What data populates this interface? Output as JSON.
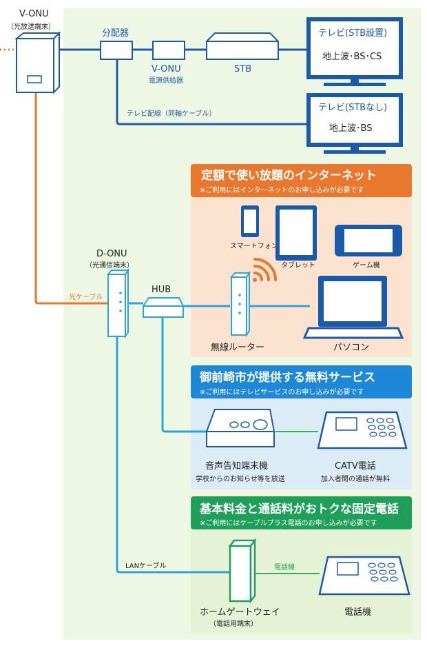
{
  "labels": {
    "vonu": "V-ONU",
    "vonu_sub": "（光放送端末）",
    "splitter": "分配器",
    "vonu_power": "V-ONU",
    "vonu_power_sub": "電源供給器",
    "stb": "STB",
    "tv1_title": "テレビ(STB設置)",
    "tv1_channels": "地上波･BS･CS",
    "tv_cable": "テレビ配線（同軸ケーブル）",
    "tv2_title": "テレビ(STBなし)",
    "tv2_channels": "地上波･BS",
    "donu": "D-ONU",
    "donu_sub": "（光通信端末）",
    "fiber": "光ケーブル",
    "hub": "HUB",
    "router": "無線ルーター",
    "smartphone": "スマートフォン",
    "tablet": "タブレット",
    "game": "ゲーム機",
    "pc": "パソコン",
    "audio": "音声告知端末機",
    "audio_sub": "学校からのお知らせ等を放送",
    "catv_phone": "CATV電話",
    "catv_phone_sub": "加入者間の通話が無料",
    "lan_cable": "LANケーブル",
    "phone_line": "電話線",
    "gateway": "ホームゲートウェイ",
    "gateway_sub": "（電話用端末）",
    "phone": "電話機"
  },
  "sections": {
    "internet": {
      "title": "定額で使い放題のインターネット",
      "note": "※ご利用にはインターネットのお申し込みが必要です"
    },
    "free": {
      "title": "御前崎市が提供する無料サービス",
      "note": "※ご利用にはテレビサービスのお申し込みが必要です"
    },
    "phone": {
      "title": "基本料金と通話料がおトクな固定電話",
      "note": "※ご利用にはケーブルプラス電話のお申し込みが必要です"
    }
  },
  "colors": {
    "navy": "#1a5aa8",
    "light_blue": "#2aa5dc",
    "orange": "#e8782e",
    "green": "#3aaa55",
    "home_bg": "#eef6e4",
    "internet_bg": "#fbe3d0",
    "internet_hd": "#e8782e",
    "free_bg": "#dcecf7",
    "free_hd": "#1e88d8",
    "phone_bg": "#e6f2d6",
    "phone_hd": "#1fa058"
  }
}
